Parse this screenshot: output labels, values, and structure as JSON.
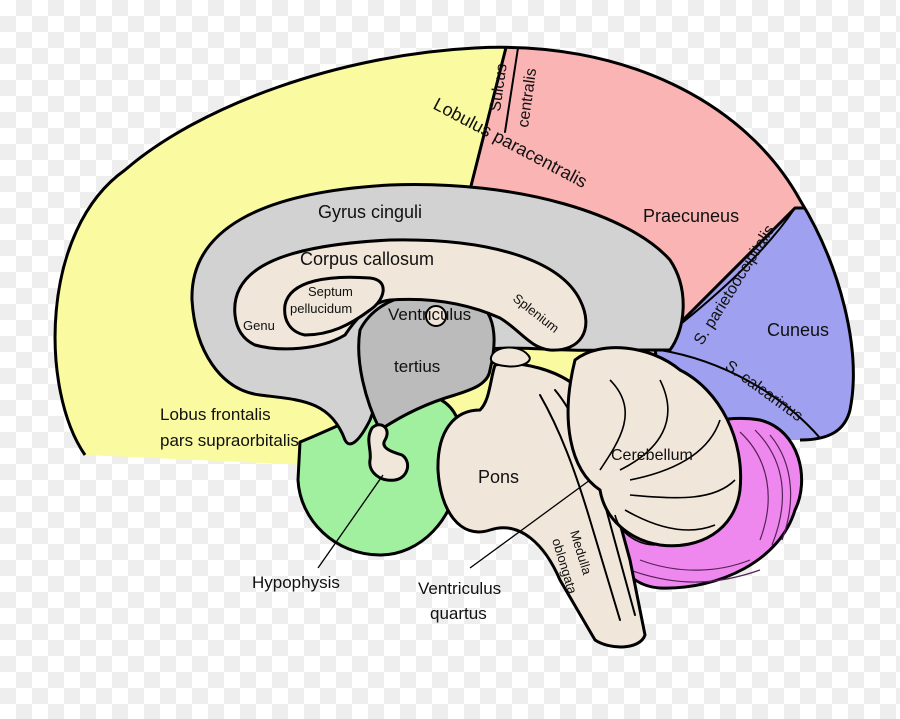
{
  "colors": {
    "frontal": "#fafaa0",
    "parietal": "#fab4b4",
    "occipital": "#a0a0f0",
    "cingulate": "#d2d2d2",
    "brainstem": "#f1e6da",
    "hypothalamus": "#a0f0a0",
    "cerebellum_cortex": "#ee88ee",
    "ventricle": "#bbbbbb",
    "outline": "#000000"
  },
  "labels": {
    "sulcus": "Sulcus",
    "centralis": "centralis",
    "lobulus_paracentralis": "Lobulus paracentralis",
    "praecuneus": "Praecuneus",
    "gyrus_cinguli": "Gyrus cinguli",
    "corpus_callosum": "Corpus callosum",
    "septum": "Septum",
    "pellucidum": "pellucidum",
    "genu": "Genu",
    "splenium": "Splenium",
    "ventriculus": "Ventriculus",
    "tertius": "tertius",
    "s_parietooccipitalis": "S. parietooccipitalis",
    "cuneus": "Cuneus",
    "s_calcarinus": "S. calcarinus",
    "lobus_frontalis": "Lobus frontalis",
    "pars_supraorbitalis": "pars supraorbitalis",
    "cerebellum": "Cerebellum",
    "pons": "Pons",
    "hypophysis": "Hypophysis",
    "ventriculus_quartus_1": "Ventriculus",
    "ventriculus_quartus_2": "quartus",
    "medulla": "Medulla",
    "oblongata": "oblongata"
  }
}
